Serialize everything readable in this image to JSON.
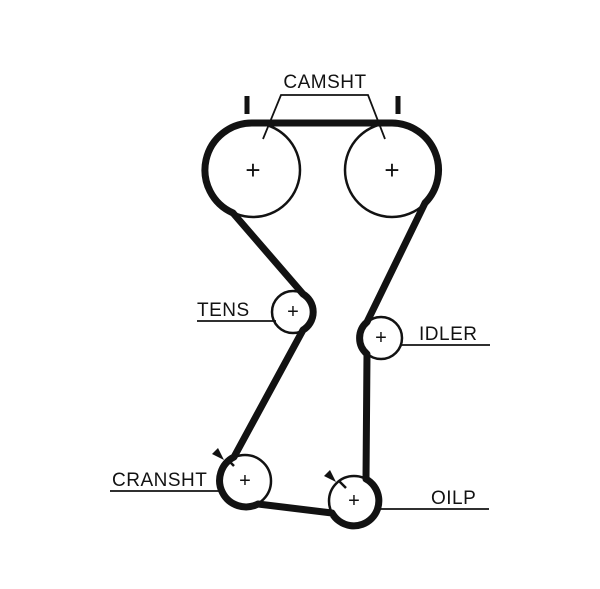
{
  "diagram": {
    "type": "timing-belt-routing",
    "background_color": "#ffffff",
    "line_color": "#121212",
    "labels": {
      "camshaft": "CAMSHT",
      "tensioner": "TENS",
      "idler": "IDLER",
      "crankshaft": "CRANSHT",
      "oil_pump": "OILP"
    },
    "pulley_center_symbol": "+"
  }
}
